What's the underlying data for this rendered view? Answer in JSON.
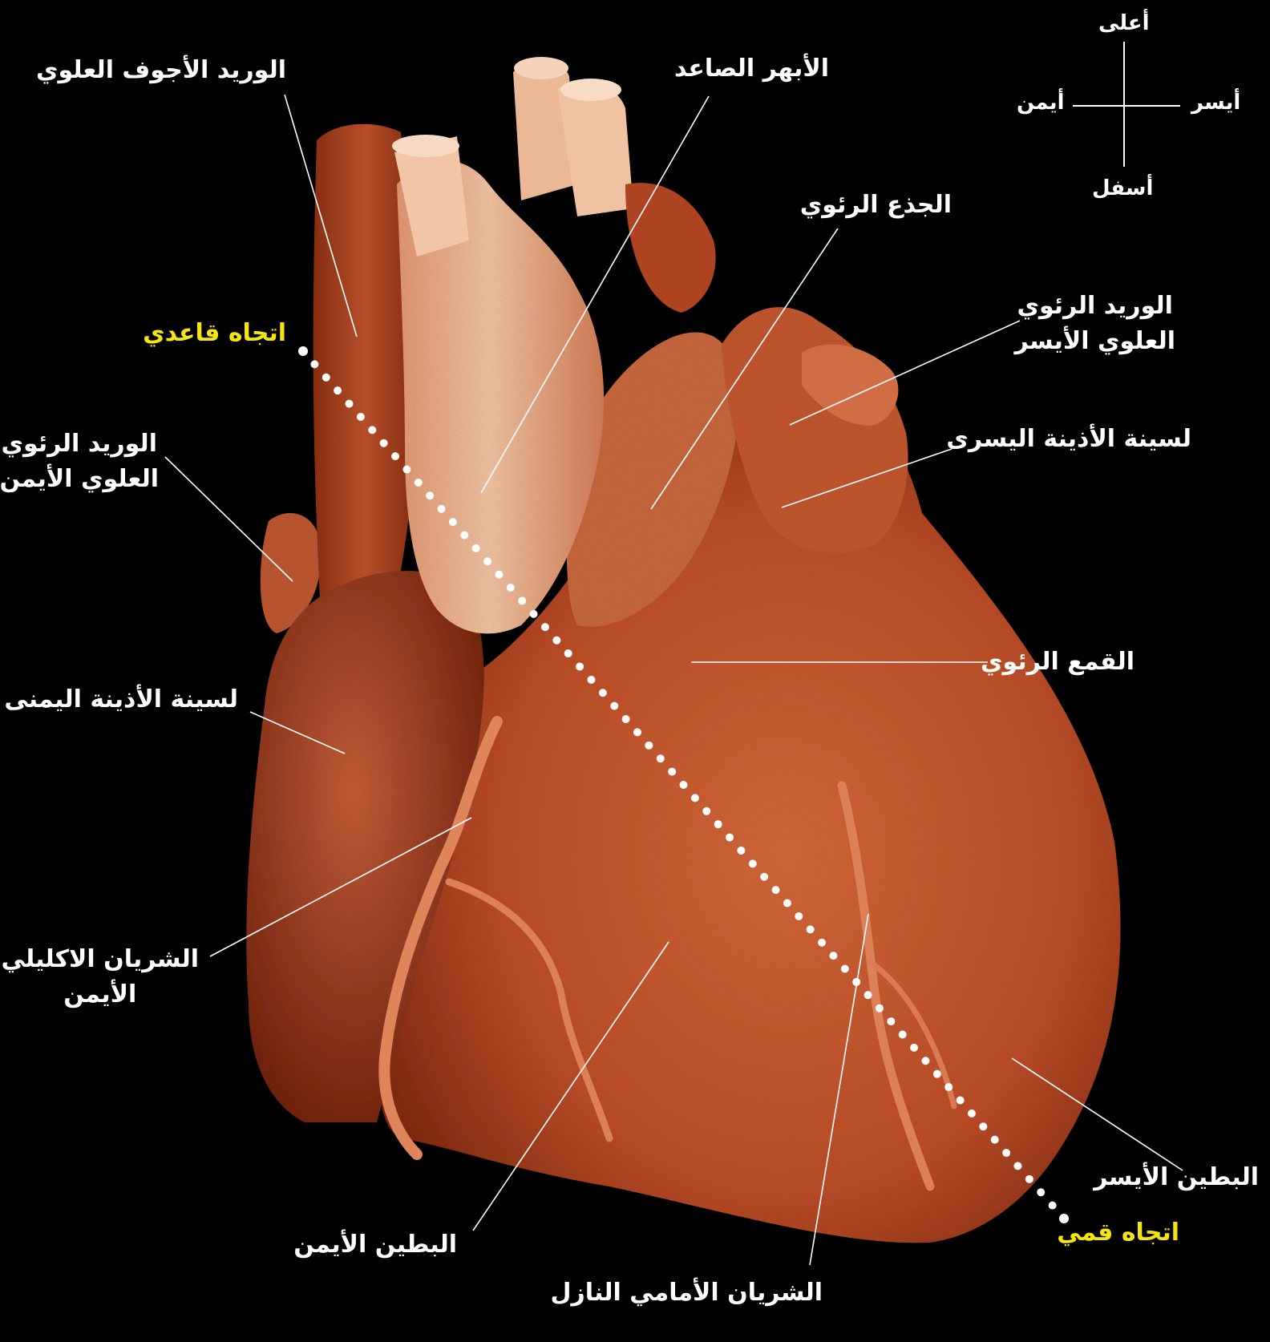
{
  "colors": {
    "background": "#000000",
    "heart_base": "#c4532a",
    "heart_dark": "#7a2410",
    "vessel_light": "#f0b38d",
    "label_text": "#ffffff",
    "axis_label": "#f5e60a",
    "leader_line": "#ffffff"
  },
  "orientation": {
    "superior": "أعلى",
    "inferior": "أسفل",
    "left": "أيسر",
    "right": "أيمن"
  },
  "labels": {
    "svc": "الوريد الأجوف العلوي",
    "ascending_aorta": "الأبهر الصاعد",
    "pulmonary_trunk": "الجذع الرئوي",
    "left_superior_pulmonary_vein": [
      "الوريد الرئوي",
      "العلوي الأيسر"
    ],
    "left_auricle": "لسينة الأذينة اليسرى",
    "right_superior_pulmonary_vein": [
      "الوريد الرئوي",
      "العلوي الأيمن"
    ],
    "pulmonary_infundibulum": "القمع الرئوي",
    "right_auricle": "لسينة الأذينة اليمنى",
    "right_coronary_artery": [
      "الشريان الاكليلي",
      "الأيمن"
    ],
    "left_ventricle": "البطين الأيسر",
    "right_ventricle": "البطين الأيمن",
    "lad_artery": "الشريان الأمامي النازل",
    "basal_direction": "اتجاه قاعدي",
    "apical_direction": "اتجاه قمي"
  }
}
